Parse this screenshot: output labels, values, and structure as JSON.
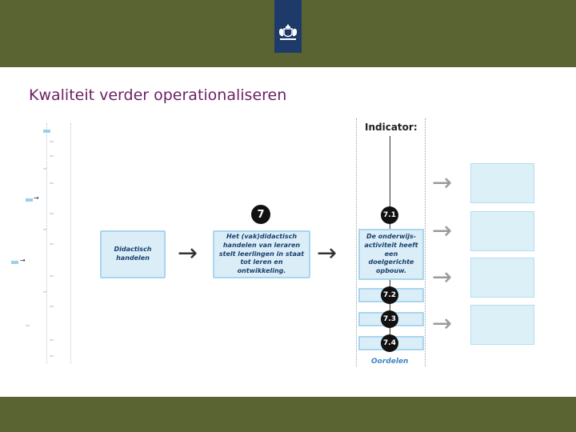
{
  "slide": {
    "title": "Kwaliteit verder operationaliseren"
  },
  "diagram": {
    "indicator_label": "Indicator:",
    "standard_number": "7",
    "box_didactisch": "Didactisch handelen",
    "box_standard": "Het (vak)didactisch handelen van leraren stelt leerlingen in staat tot leren en ontwikkeling.",
    "indicators": [
      {
        "number": "7.1",
        "text": "De onderwijs-activiteit heeft een doelgerichte opbouw."
      },
      {
        "number": "7.2"
      },
      {
        "number": "7.3"
      },
      {
        "number": "7.4"
      }
    ],
    "footer_label": "Oordelen",
    "arrow_glyph": "→"
  },
  "colors": {
    "bar": "#5a6432",
    "logo": "#1e3a6a",
    "title": "#6b1f62",
    "box_fill": "#dbeef8",
    "box_border": "#a9d5ee",
    "box_text": "#1a3f6f",
    "oordelen": "#3f86c6"
  },
  "icons": {
    "logo": "royal-coat-of-arms-icon",
    "arrow": "arrow-right-icon",
    "grey_arrow": "arrow-right-icon"
  }
}
